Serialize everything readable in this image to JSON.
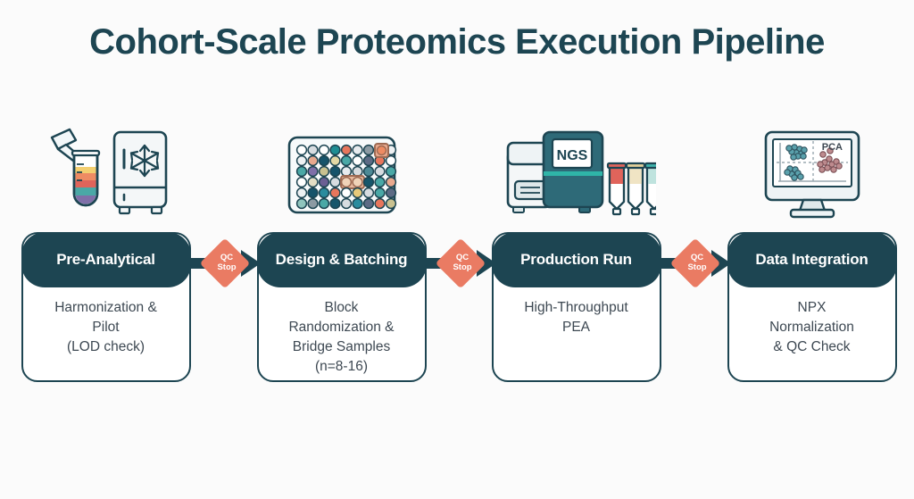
{
  "page": {
    "title": "Cohort-Scale Proteomics Execution Pipeline",
    "background_color": "#fbfbfb",
    "accent_dark": "#1d4552",
    "accent_salmon": "#e8765c",
    "body_text_color": "#3d4852"
  },
  "stages": [
    {
      "id": "pre-analytical",
      "header": "Pre-Analytical",
      "body": "Harmonization &\nPilot\n(LOD check)",
      "icon": "sample-tube-freezer-icon"
    },
    {
      "id": "design-batching",
      "header": "Design &\nBatching",
      "body": "Block\nRandomization &\nBridge Samples\n(n=8-16)",
      "icon": "well-plate-icon"
    },
    {
      "id": "production-run",
      "header": "Production\nRun",
      "body": "High-Throughput\nPEA",
      "icon": "ngs-sequencer-icon",
      "icon_label": "NGS"
    },
    {
      "id": "data-integration",
      "header": "Data\nIntegration",
      "body": "NPX\nNormalization\n& QC Check",
      "icon": "pca-monitor-icon",
      "icon_label": "PCA"
    }
  ],
  "connectors": [
    {
      "id": "qc-stop-1",
      "line1": "QC",
      "line2": "Stop"
    },
    {
      "id": "qc-stop-2",
      "line1": "QC",
      "line2": "Stop"
    },
    {
      "id": "qc-stop-3",
      "line1": "QC",
      "line2": "Stop"
    }
  ],
  "icon_text": {
    "ngs": "NGS",
    "pca": "PCA"
  }
}
